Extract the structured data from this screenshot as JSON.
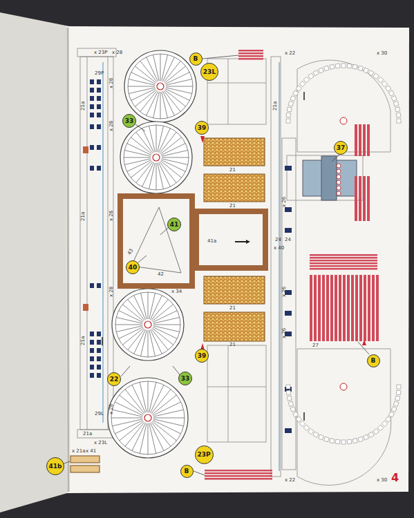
{
  "diagram": {
    "nodes": [
      {
        "text": [
          "B"
        ]
      },
      {
        "text": [
          "23L"
        ]
      },
      {
        "text": [
          "33"
        ]
      },
      {
        "text": [
          "39"
        ]
      },
      {
        "text": [
          "37"
        ]
      },
      {
        "text": [
          "41"
        ]
      },
      {
        "text": [
          "40"
        ]
      },
      {
        "text": [
          "B"
        ]
      },
      {
        "text": [
          "39"
        ]
      },
      {
        "text": [
          "33"
        ]
      },
      {
        "text": [
          "22"
        ]
      },
      {
        "text": [
          "23P"
        ]
      },
      {
        "text": [
          "B"
        ]
      },
      {
        "text": [
          "41b"
        ]
      }
    ],
    "labels": [
      "x 23P",
      "x 28",
      "29P",
      "21a",
      "x 28",
      "x 28",
      "21a",
      "x 28",
      "x 28",
      "21a",
      "29L",
      "x 28",
      "21a",
      "x 23L",
      "x 21a",
      "x 41",
      "x 22",
      "x 30",
      "21a",
      "x 26",
      "x 40",
      "24",
      "24",
      "x 26",
      "x 26",
      "27",
      "x 22",
      "x 30",
      "41a",
      "43",
      "42",
      "x 34",
      "21",
      "21",
      "21",
      "21",
      "4"
    ]
  }
}
